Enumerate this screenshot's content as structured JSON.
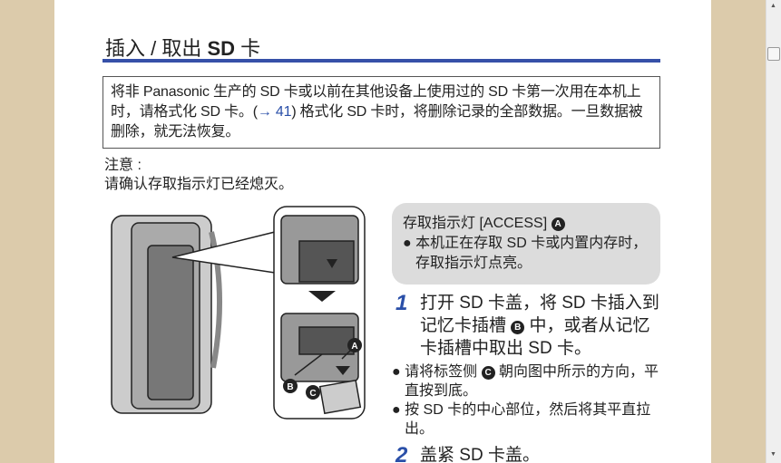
{
  "title": {
    "pre": "插入 / 取出 ",
    "bold": "SD",
    "post": " 卡"
  },
  "note": {
    "text1": "将非 Panasonic 生产的 SD 卡或以前在其他设备上使用过的 SD 卡第一次用在本机上时，请格式化 SD 卡。(",
    "link": "→ 41",
    "text2": ") 格式化 SD 卡时，将删除记录的全部数据。一旦数据被删除，就无法恢复。"
  },
  "caution": {
    "label": "注意 :",
    "text": "请确认存取指示灯已经熄灭。"
  },
  "access_box": {
    "title": "存取指示灯 [ACCESS]",
    "badge": "A",
    "bullet": "本机正在存取 SD 卡或内置内存时，存取指示灯点亮。"
  },
  "steps": [
    {
      "num": "1",
      "text": "打开 SD 卡盖，将 SD 卡插入到记忆卡插槽 ",
      "badge": "B",
      "text2": " 中，或者从记忆卡插槽中取出 SD 卡。"
    },
    {
      "num": "2",
      "text": "盖紧 SD 卡盖。"
    }
  ],
  "bullets": [
    {
      "text": "请将标签侧 ",
      "badge": "C",
      "text2": " 朝向图中所示的方向，平直按到底。"
    },
    {
      "text": "按 SD 卡的中心部位，然后将其平直拉出。"
    }
  ],
  "illustration_labels": [
    "A",
    "B",
    "C"
  ],
  "scrollbar": {
    "up": "▲",
    "down": "▼"
  }
}
